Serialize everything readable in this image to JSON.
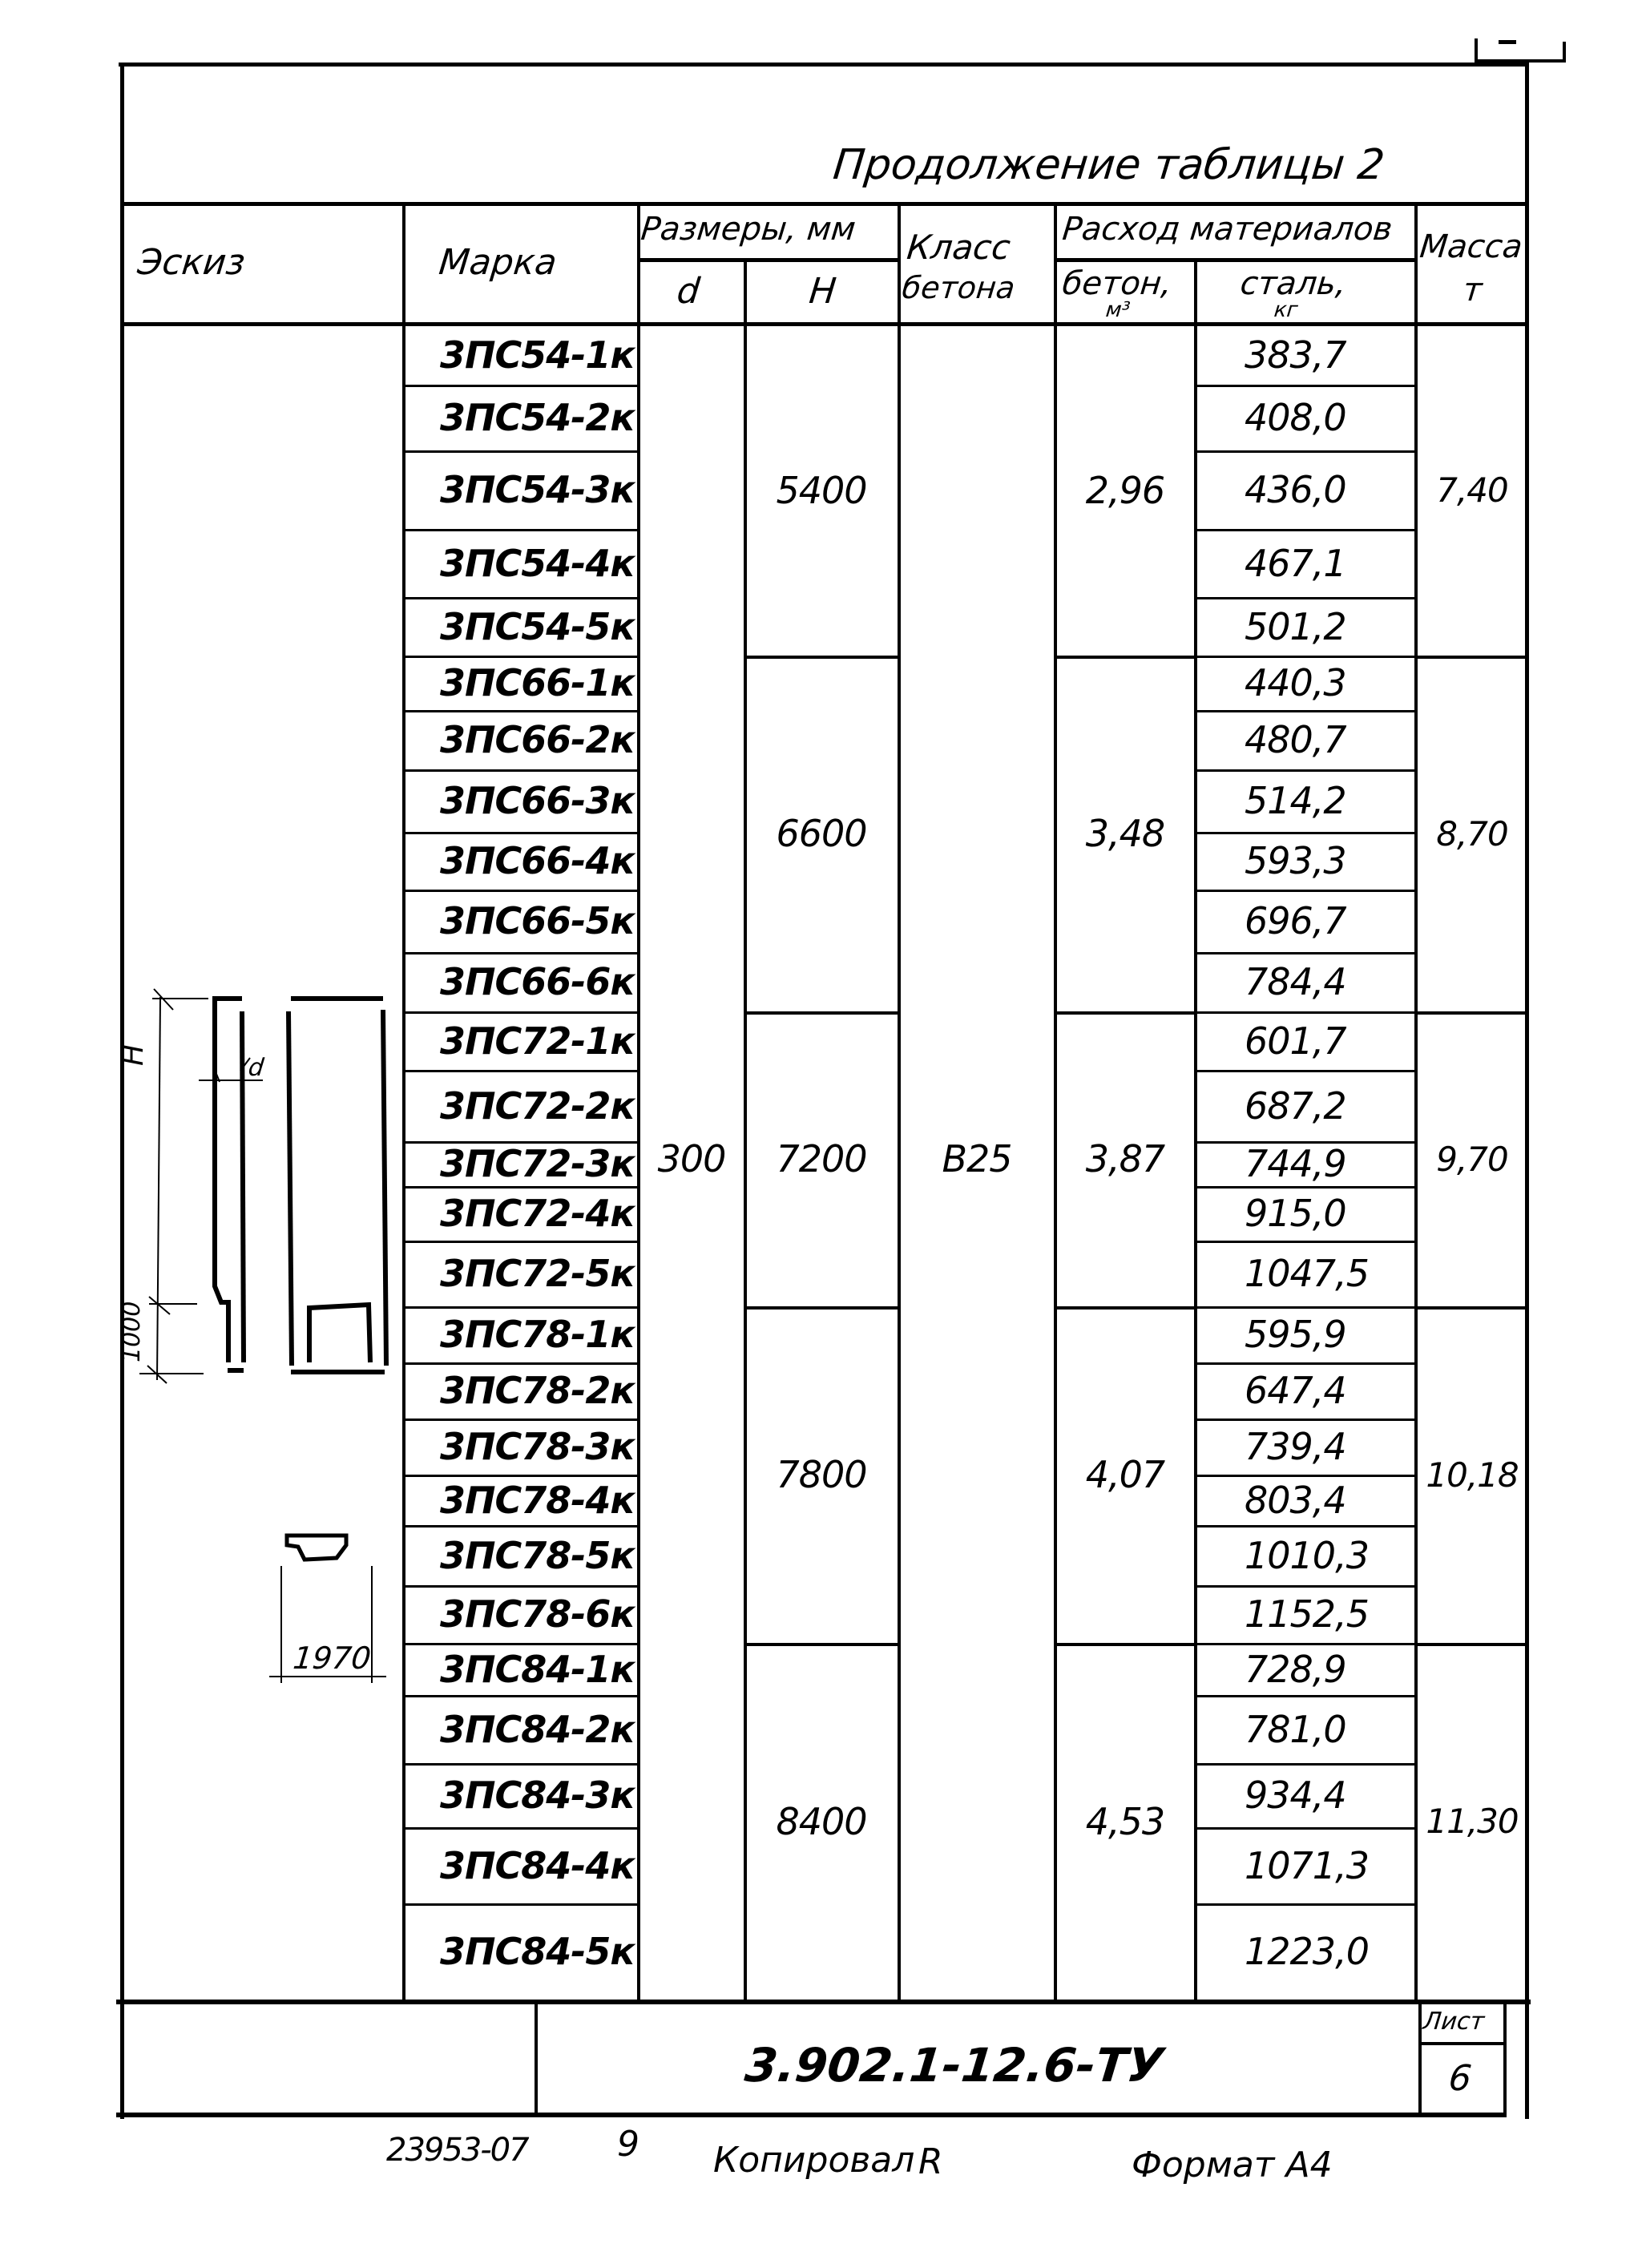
{
  "document": {
    "table_caption": "Продолжение таблицы 2",
    "headers": {
      "sketch": "Эскиз",
      "mark": "Марка",
      "dimensions_group": "Размеры, мм",
      "dim_d": "d",
      "dim_h": "H",
      "concrete_class_line1": "Класс",
      "concrete_class_line2": "бетона",
      "materials_group": "Расход материалов",
      "concrete_volume": "бетон,",
      "concrete_volume_unit": "м³",
      "steel": "сталь,",
      "steel_unit": "кг",
      "mass": "Масса",
      "mass_unit": "т"
    },
    "shared_values": {
      "d": "300",
      "concrete_class": "В25"
    },
    "groups": [
      {
        "H": "5400",
        "concrete_m3": "2,96",
        "mass_t": "7,40",
        "rows": [
          {
            "mark": "3ПС54-1к",
            "steel_kg": "383,7"
          },
          {
            "mark": "3ПС54-2к",
            "steel_kg": "408,0"
          },
          {
            "mark": "3ПС54-3к",
            "steel_kg": "436,0"
          },
          {
            "mark": "3ПС54-4к",
            "steel_kg": "467,1"
          },
          {
            "mark": "3ПС54-5к",
            "steel_kg": "501,2"
          }
        ]
      },
      {
        "H": "6600",
        "concrete_m3": "3,48",
        "mass_t": "8,70",
        "rows": [
          {
            "mark": "3ПС66-1к",
            "steel_kg": "440,3"
          },
          {
            "mark": "3ПС66-2к",
            "steel_kg": "480,7"
          },
          {
            "mark": "3ПС66-3к",
            "steel_kg": "514,2"
          },
          {
            "mark": "3ПС66-4к",
            "steel_kg": "593,3"
          },
          {
            "mark": "3ПС66-5к",
            "steel_kg": "696,7"
          },
          {
            "mark": "3ПС66-6к",
            "steel_kg": "784,4"
          }
        ]
      },
      {
        "H": "7200",
        "concrete_m3": "3,87",
        "mass_t": "9,70",
        "rows": [
          {
            "mark": "3ПС72-1к",
            "steel_kg": "601,7"
          },
          {
            "mark": "3ПС72-2к",
            "steel_kg": "687,2"
          },
          {
            "mark": "3ПС72-3к",
            "steel_kg": "744,9"
          },
          {
            "mark": "3ПС72-4к",
            "steel_kg": "915,0"
          },
          {
            "mark": "3ПС72-5к",
            "steel_kg": "1047,5"
          }
        ]
      },
      {
        "H": "7800",
        "concrete_m3": "4,07",
        "mass_t": "10,18",
        "rows": [
          {
            "mark": "3ПС78-1к",
            "steel_kg": "595,9"
          },
          {
            "mark": "3ПС78-2к",
            "steel_kg": "647,4"
          },
          {
            "mark": "3ПС78-3к",
            "steel_kg": "739,4"
          },
          {
            "mark": "3ПС78-4к",
            "steel_kg": "803,4"
          },
          {
            "mark": "3ПС78-5к",
            "steel_kg": "1010,3"
          },
          {
            "mark": "3ПС78-6к",
            "steel_kg": "1152,5"
          }
        ]
      },
      {
        "H": "8400",
        "concrete_m3": "4,53",
        "mass_t": "11,30",
        "rows": [
          {
            "mark": "3ПС84-1к",
            "steel_kg": "728,9"
          },
          {
            "mark": "3ПС84-2к",
            "steel_kg": "781,0"
          },
          {
            "mark": "3ПС84-3к",
            "steel_kg": "934,4"
          },
          {
            "mark": "3ПС84-4к",
            "steel_kg": "1071,3"
          },
          {
            "mark": "3ПС84-5к",
            "steel_kg": "1223,0"
          }
        ]
      }
    ],
    "sketch_labels": {
      "height": "H",
      "thickness": "d",
      "base_height": "1000",
      "width": "1970"
    },
    "title_block": {
      "designation": "3.902.1-12.6-ТУ",
      "sheet_label": "Лист",
      "sheet_number": "6"
    },
    "footer": {
      "order_number": "23953-07",
      "copy_number": "9",
      "copied_label": "Копировал",
      "copied_initial": "R",
      "format_label": "Формат А4"
    }
  }
}
